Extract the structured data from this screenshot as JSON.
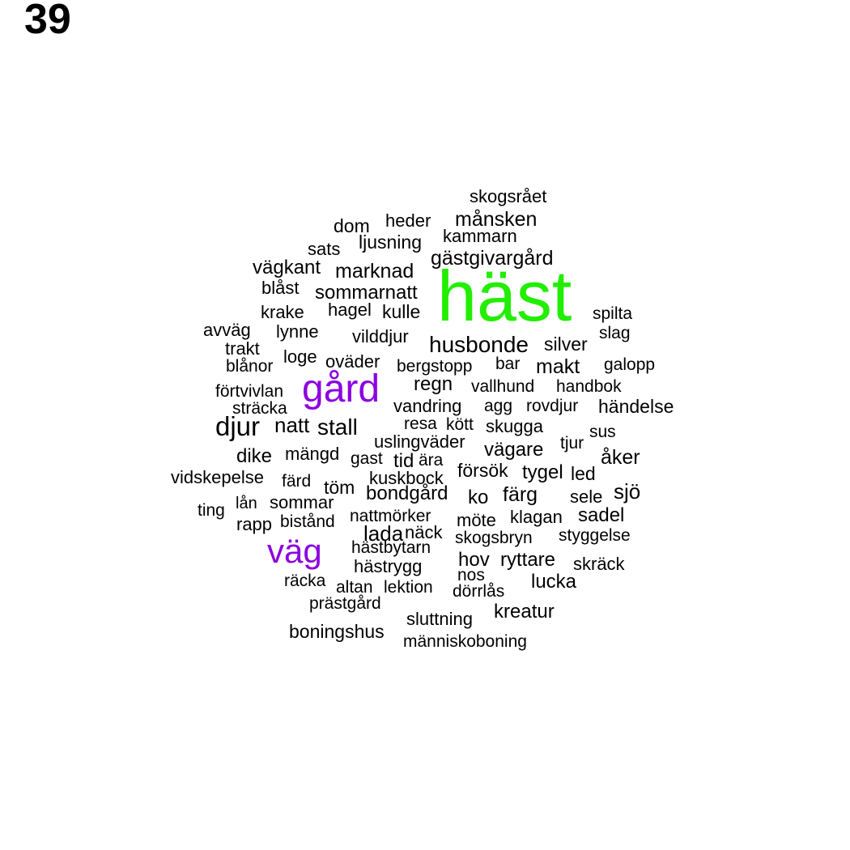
{
  "page_number": "39",
  "colors": {
    "default": "#000000",
    "hast": "#22ee00",
    "purple": "#8b00e0"
  },
  "words": [
    "skogsrået",
    "heder",
    "månsken",
    "dom",
    "ljusning",
    "kammarn",
    "sats",
    "gästgivargård",
    "vägkant",
    "marknad",
    "blåst",
    "sommarnatt",
    "häst",
    "krake",
    "hagel",
    "kulle",
    "spilta",
    "avväg",
    "lynne",
    "vilddjur",
    "slag",
    "trakt",
    "husbonde",
    "silver",
    "loge",
    "blånor",
    "oväder",
    "bergstopp",
    "bar",
    "makt",
    "galopp",
    "förtvivlan",
    "gård",
    "regn",
    "vallhund",
    "handbok",
    "sträcka",
    "vandring",
    "agg",
    "rovdjur",
    "händelse",
    "djur",
    "natt",
    "stall",
    "resa",
    "kött",
    "skugga",
    "sus",
    "uslingväder",
    "tjur",
    "dike",
    "mängd",
    "vägare",
    "åker",
    "gast",
    "tid",
    "ära",
    "vidskepelse",
    "färd",
    "kuskbock",
    "försök",
    "tygel",
    "led",
    "töm",
    "bondgård",
    "sjö",
    "ting",
    "lån",
    "sommar",
    "ko",
    "färg",
    "sele",
    "rapp",
    "bistånd",
    "nattmörker",
    "möte",
    "klagan",
    "sadel",
    "lada",
    "näck",
    "skogsbryn",
    "styggelse",
    "väg",
    "hästbytarn",
    "hov",
    "ryttare",
    "skräck",
    "hästrygg",
    "nos",
    "räcka",
    "altan",
    "lektion",
    "dörrlås",
    "lucka",
    "prästgård",
    "kreatur",
    "sluttning",
    "boningshus",
    "människoboning"
  ]
}
